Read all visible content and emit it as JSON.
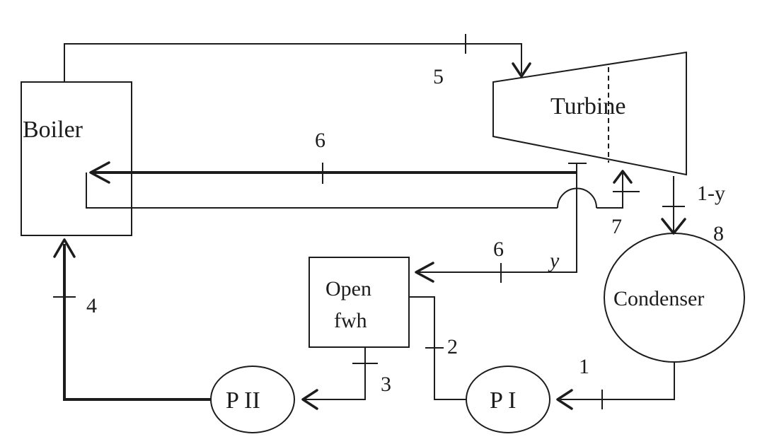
{
  "components": {
    "boiler": "Boiler",
    "turbine": "Turbine",
    "condenser": "Condenser",
    "open_fwh_line1": "Open",
    "open_fwh_line2": "fwh",
    "pump_1": "P I",
    "pump_2": "P II"
  },
  "states": {
    "s5": "5",
    "s6_top": "6",
    "s7": "7",
    "s1_minus_y": "1-y",
    "s8": "8",
    "s6_fwh": "6",
    "y_frac": "y",
    "s4": "4",
    "s2": "2",
    "s3": "3",
    "s1": "1"
  }
}
